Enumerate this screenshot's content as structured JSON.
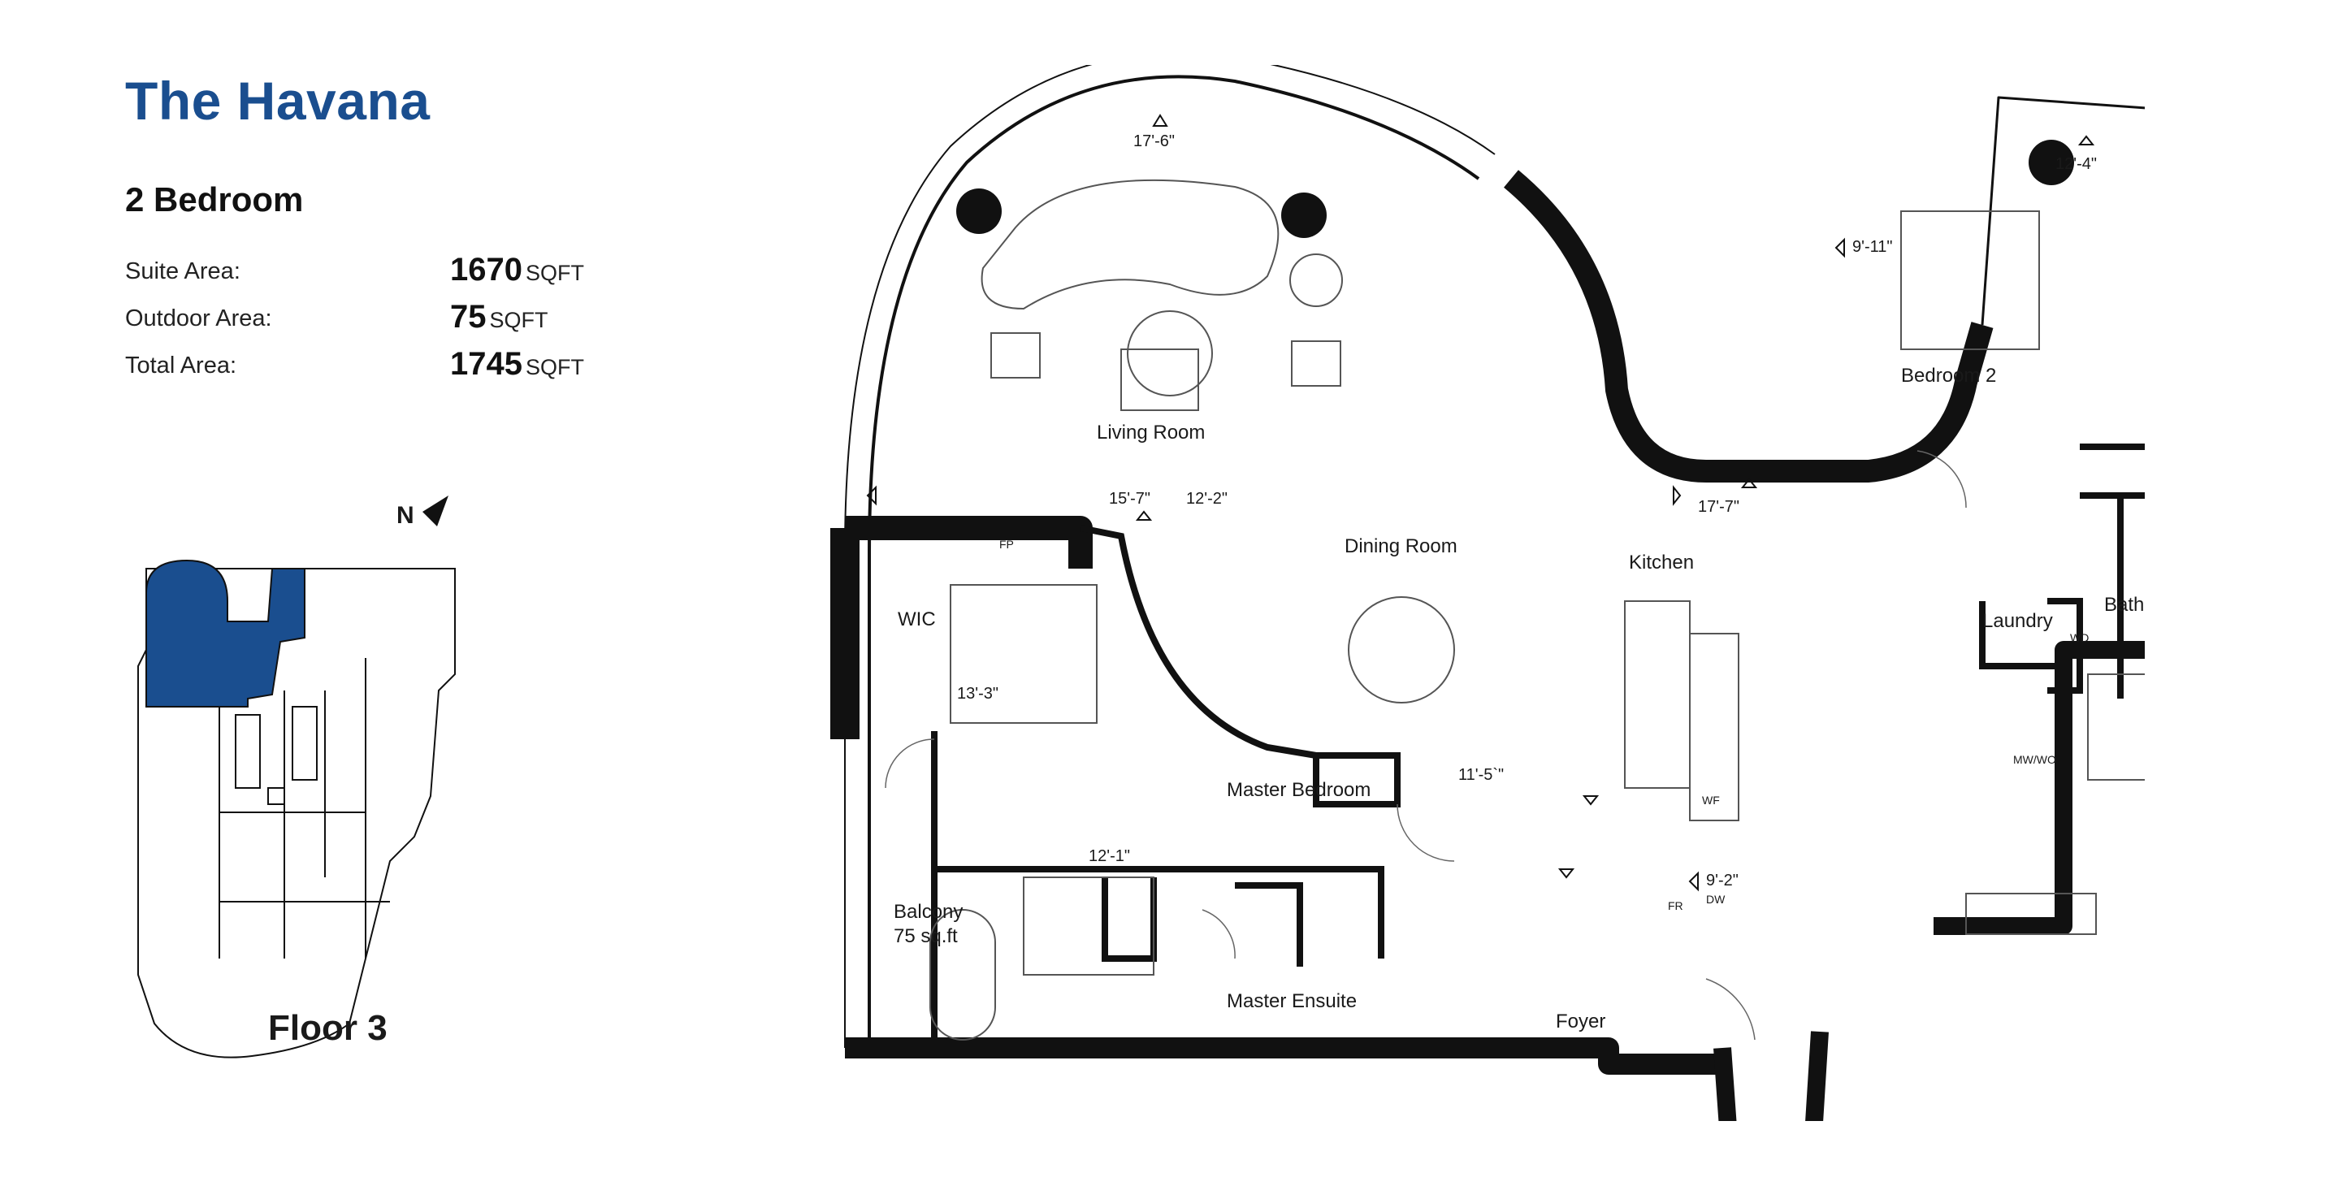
{
  "header": {
    "title": "The Havana",
    "subtitle": "2 Bedroom"
  },
  "areas": [
    {
      "label": "Suite Area:",
      "value": "1670",
      "unit": "SQFT"
    },
    {
      "label": "Outdoor Area:",
      "value": "75",
      "unit": "SQFT"
    },
    {
      "label": "Total Area:",
      "value": "1745",
      "unit": "SQFT"
    }
  ],
  "keyplan": {
    "north_label": "N",
    "floor_label": "Floor 3",
    "highlight_color": "#1a4e8f"
  },
  "rooms": {
    "living": "Living Room",
    "dining": "Dining Room",
    "kitchen": "Kitchen",
    "bedroom2": "Bedroom 2",
    "laundry": "Laundry",
    "bathroom": "Bathroom",
    "master_bedroom": "Master Bedroom",
    "master_ensuite": "Master Ensuite",
    "wic": "WIC",
    "balcony": "Balcony",
    "balcony_area": "75 sq.ft",
    "foyer": "Foyer"
  },
  "fixtures": {
    "fp": "FP",
    "wd": "WD",
    "mwwo": "MW/WO",
    "fr": "FR",
    "dw": "DW",
    "wf": "WF"
  },
  "dimensions": {
    "living_width": "17'-6\"",
    "living_depth": "15'-7\"",
    "dining_width": "12'-2\"",
    "kitchen_depth": "17'-7\"",
    "kitchen_width": "9'-2\"",
    "bedroom2_width": "12'-4\"",
    "bedroom2_depth": "9'-11\"",
    "master_width": "13'-3\"",
    "master_depth": "11'-5`\"",
    "ensuite_width": "12'-1\""
  },
  "colors": {
    "wall": "#111111",
    "accent": "#1a4e8f"
  }
}
